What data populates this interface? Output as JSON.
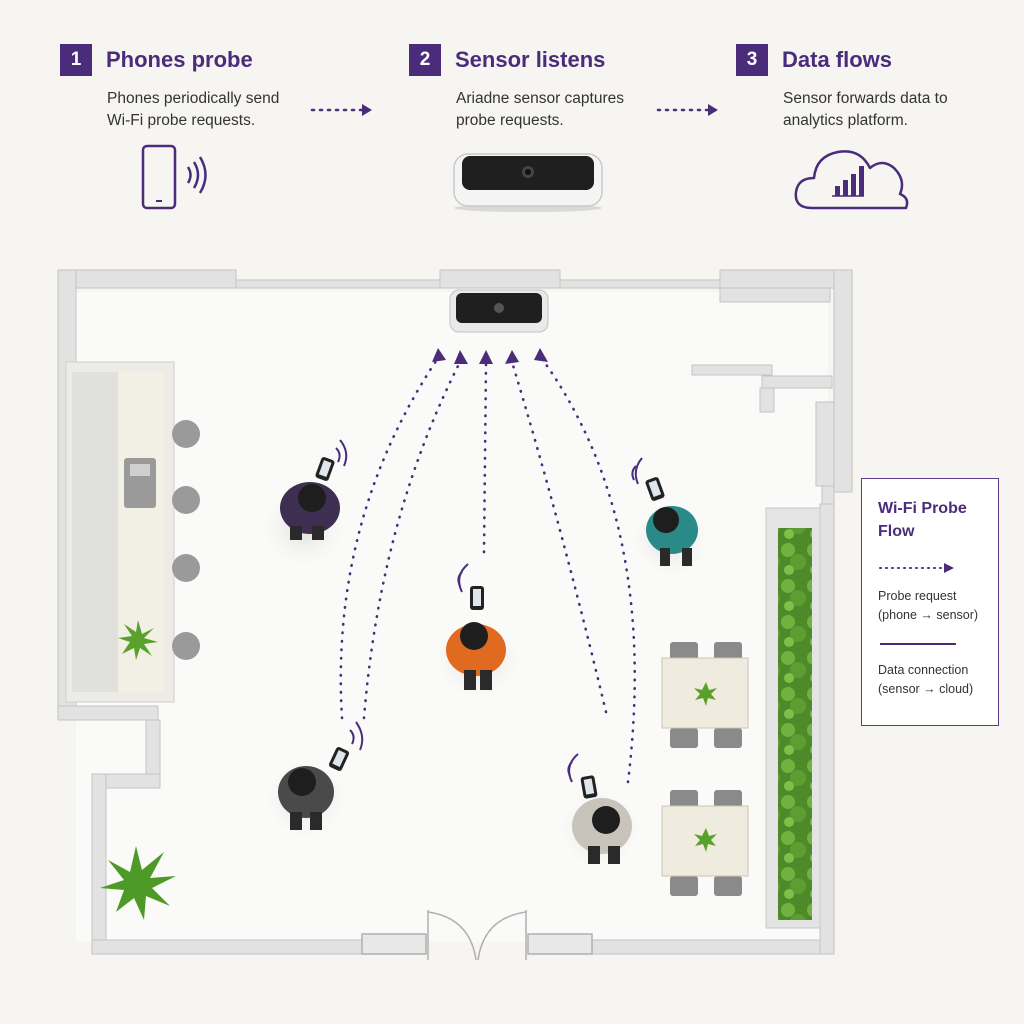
{
  "steps": [
    {
      "number": "1",
      "title": "Phones probe",
      "description": "Phones periodically send\nWi-Fi probe requests."
    },
    {
      "number": "2",
      "title": "Sensor listens",
      "description": "Ariadne sensor captures\nprobe requests."
    },
    {
      "number": "3",
      "title": "Data flows",
      "description": "Sensor forwards data to\nanalytics platform."
    }
  ],
  "legend": {
    "title": "Wi-Fi Probe Flow",
    "probe_request": "Probe request\n(phone → sensor)",
    "data_connection": "Data connection\n(sensor → cloud)"
  },
  "colors": {
    "accent": "#4a2c7a",
    "probe_dots": "#4a2c7a",
    "plant": "#5aa02c",
    "wall": "#d8d8d8"
  },
  "icons": {
    "step1": "smartphone-signal-icon",
    "step2": "sensor-device-icon",
    "step3": "cloud-analytics-icon"
  }
}
